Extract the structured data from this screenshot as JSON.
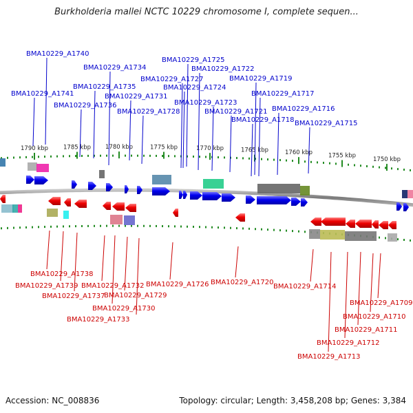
{
  "title": "Burkholderia mallei NCTC 10229 chromosome I, complete sequen...",
  "footer": {
    "accession": "Accession: NC_008836",
    "summary": "Topology: circular; Length: 3,458,208 bp; Genes: 3,384"
  },
  "colors": {
    "forward_gene": "#0000ee",
    "reverse_gene": "#ee0000",
    "forward_label": "#0000cc",
    "reverse_label": "#cc0000",
    "tick": "#228b22",
    "backbone": "#8a8a8a"
  },
  "scale_ticks": [
    "1790 kbp",
    "1785 kbp",
    "1780 kbp",
    "1775 kbp",
    "1770 kbp",
    "1765 kbp",
    "1760 kbp",
    "1755 kbp",
    "1750 kbp"
  ],
  "forward_labels": [
    "BMA10229_A1740",
    "BMA10229_A1734",
    "BMA10229_A1735",
    "BMA10229_A1741",
    "BMA10229_A1736",
    "BMA10229_A1731",
    "BMA10229_A1728",
    "BMA10229_A1727",
    "BMA10229_A1725",
    "BMA10229_A1722",
    "BMA10229_A1724",
    "BMA10229_A1723",
    "BMA10229_A1719",
    "BMA10229_A1721",
    "BMA10229_A1717",
    "BMA10229_A1718",
    "BMA10229_A1716",
    "BMA10229_A1715"
  ],
  "reverse_labels": [
    "BMA10229_A1738",
    "BMA10229_A1739",
    "BMA10229_A1737",
    "BMA10229_A1732",
    "BMA10229_A1729",
    "BMA10229_A1730",
    "BMA10229_A1733",
    "BMA10229_A1726",
    "BMA10229_A1720",
    "BMA10229_A1714",
    "BMA10229_A1709",
    "BMA10229_A1710",
    "BMA10229_A1711",
    "BMA10229_A1712",
    "BMA10229_A1713"
  ]
}
